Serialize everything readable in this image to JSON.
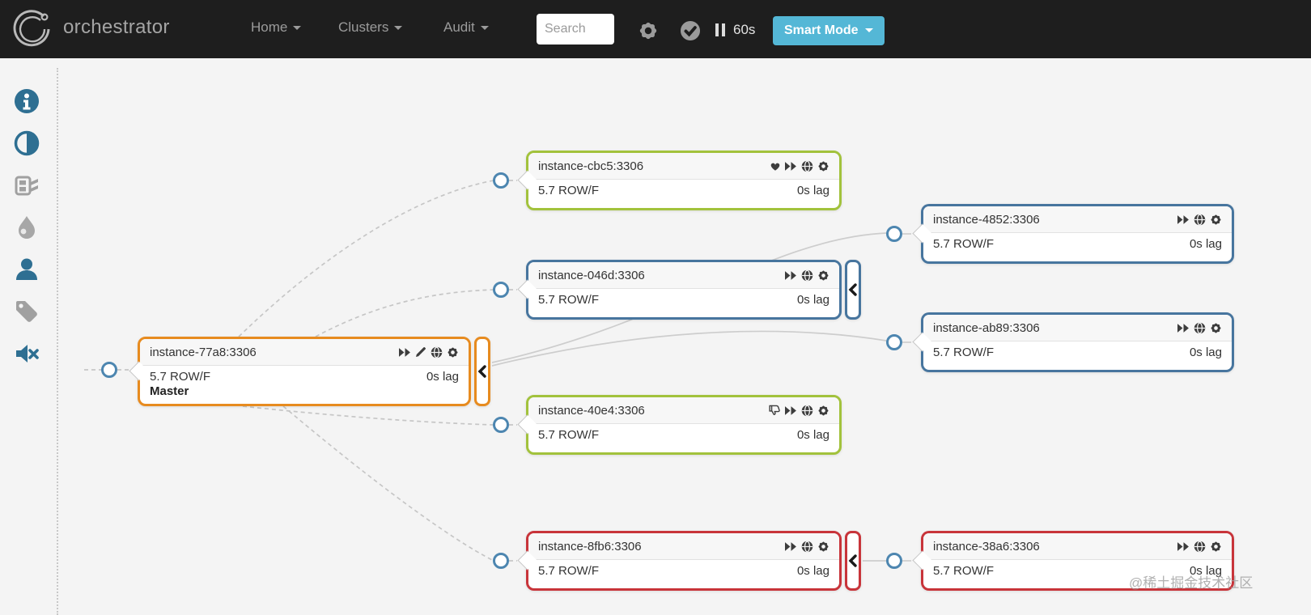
{
  "navbar": {
    "brand": "orchestrator",
    "menu": [
      {
        "label": "Home"
      },
      {
        "label": "Clusters"
      },
      {
        "label": "Audit"
      }
    ],
    "search_placeholder": "Search",
    "refresh_interval": "60s",
    "mode_button_label": "Smart Mode",
    "icons": [
      "gear-icon",
      "ok-check-icon",
      "pause-icon"
    ],
    "colors": {
      "navbar_bg": "#1e1e1e",
      "mode_button_bg": "#54b7d6"
    }
  },
  "sidebar": {
    "icons": [
      "info-icon",
      "contrast-icon",
      "compact-display-icon",
      "pool-drop-icon",
      "user-icon",
      "tags-icon",
      "mute-alerts-icon"
    ]
  },
  "topology": {
    "colors": {
      "master": "#e78b1f",
      "ok": "#a2c23c",
      "intermediate": "#47759e",
      "problem": "#c8343a",
      "connector": "#4d86b0"
    },
    "nodes": [
      {
        "id": "instance-77a8",
        "title": "instance-77a8:3306",
        "version": "5.7 ROW/F",
        "lag": "0s lag",
        "role": "Master",
        "accent_color": "#e78b1f",
        "icons": [
          "fast-forward-icon",
          "pencil-icon",
          "globe-icon",
          "gear-icon"
        ],
        "collapsible": true
      },
      {
        "id": "instance-cbc5",
        "title": "instance-cbc5:3306",
        "version": "5.7 ROW/F",
        "lag": "0s lag",
        "accent_color": "#a2c23c",
        "icons": [
          "heart-icon",
          "fast-forward-icon",
          "globe-icon",
          "gear-icon"
        ],
        "collapsible": false
      },
      {
        "id": "instance-046d",
        "title": "instance-046d:3306",
        "version": "5.7 ROW/F",
        "lag": "0s lag",
        "accent_color": "#47759e",
        "icons": [
          "fast-forward-icon",
          "globe-icon",
          "gear-icon"
        ],
        "collapsible": true
      },
      {
        "id": "instance-40e4",
        "title": "instance-40e4:3306",
        "version": "5.7 ROW/F",
        "lag": "0s lag",
        "accent_color": "#a2c23c",
        "icons": [
          "thumbs-down-icon",
          "fast-forward-icon",
          "globe-icon",
          "gear-icon"
        ],
        "collapsible": false
      },
      {
        "id": "instance-8fb6",
        "title": "instance-8fb6:3306",
        "version": "5.7 ROW/F",
        "lag": "0s lag",
        "accent_color": "#c8343a",
        "icons": [
          "fast-forward-icon",
          "globe-icon",
          "gear-icon"
        ],
        "collapsible": true
      },
      {
        "id": "instance-4852",
        "title": "instance-4852:3306",
        "version": "5.7 ROW/F",
        "lag": "0s lag",
        "accent_color": "#47759e",
        "icons": [
          "fast-forward-icon",
          "globe-icon",
          "gear-icon"
        ],
        "collapsible": false
      },
      {
        "id": "instance-ab89",
        "title": "instance-ab89:3306",
        "version": "5.7 ROW/F",
        "lag": "0s lag",
        "accent_color": "#47759e",
        "icons": [
          "fast-forward-icon",
          "globe-icon",
          "gear-icon"
        ],
        "collapsible": false
      },
      {
        "id": "instance-38a6",
        "title": "instance-38a6:3306",
        "version": "5.7 ROW/F",
        "lag": "0s lag",
        "accent_color": "#c8343a",
        "icons": [
          "fast-forward-icon",
          "globe-icon",
          "gear-icon"
        ],
        "collapsible": false
      }
    ]
  },
  "watermark": "@稀土掘金技术社区"
}
